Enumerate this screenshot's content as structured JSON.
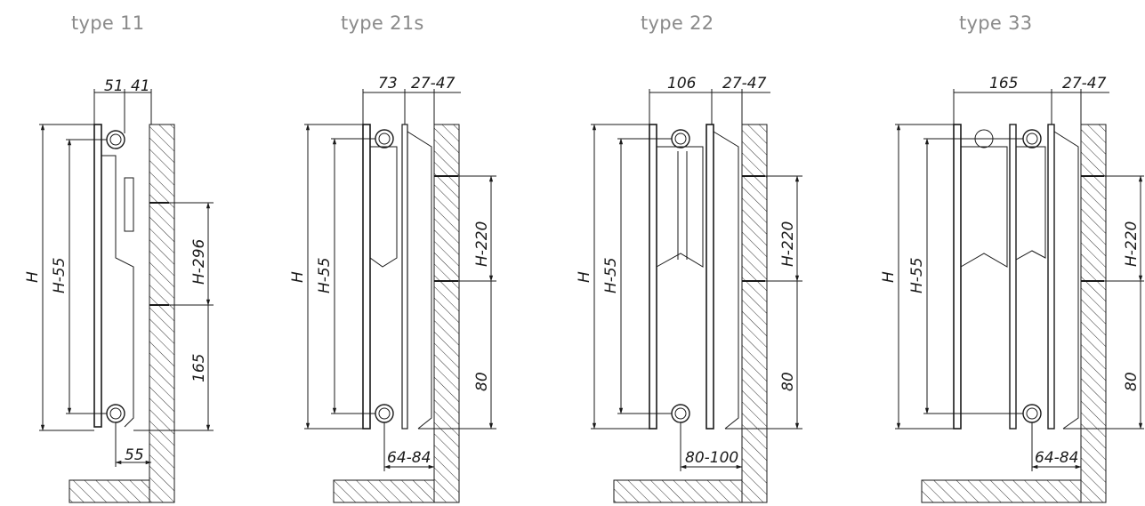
{
  "titles": {
    "t11": "type 11",
    "t21s": "type 21s",
    "t22": "type 22",
    "t33": "type 33"
  },
  "dims": {
    "t11": {
      "depth": "51",
      "wall": "41",
      "h": "H",
      "h55": "H-55",
      "h296": "H-296",
      "v165": "165",
      "b55": "55"
    },
    "t21s": {
      "depth": "73",
      "gap": "27-47",
      "h": "H",
      "h55": "H-55",
      "h220": "H-220",
      "v80": "80",
      "pipe": "64-84"
    },
    "t22": {
      "depth": "106",
      "gap": "27-47",
      "h": "H",
      "h55": "H-55",
      "h220": "H-220",
      "v80": "80",
      "pipe": "80-100"
    },
    "t33": {
      "depth": "165",
      "gap": "27-47",
      "h": "H",
      "h55": "H-55",
      "h220": "H-220",
      "v80": "80",
      "pipe": "64-84"
    }
  }
}
